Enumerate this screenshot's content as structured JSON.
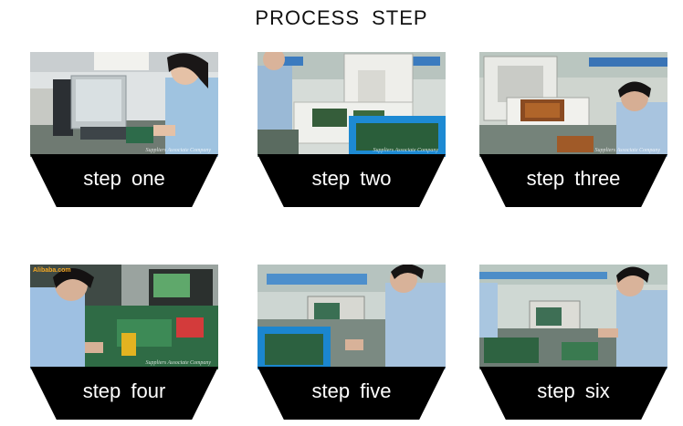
{
  "page": {
    "title": "PROCESS STEP"
  },
  "steps": [
    {
      "label": "step one",
      "watermark": "Suppliers Associate Company"
    },
    {
      "label": "step two",
      "watermark": "Suppliers Associate Company"
    },
    {
      "label": "step three",
      "watermark": "Suppliers Associate Company"
    },
    {
      "label": "step four",
      "watermark": "Suppliers Associate Company",
      "logo": "Alibaba.com"
    },
    {
      "label": "step five",
      "watermark": ""
    },
    {
      "label": "step six",
      "watermark": ""
    }
  ]
}
